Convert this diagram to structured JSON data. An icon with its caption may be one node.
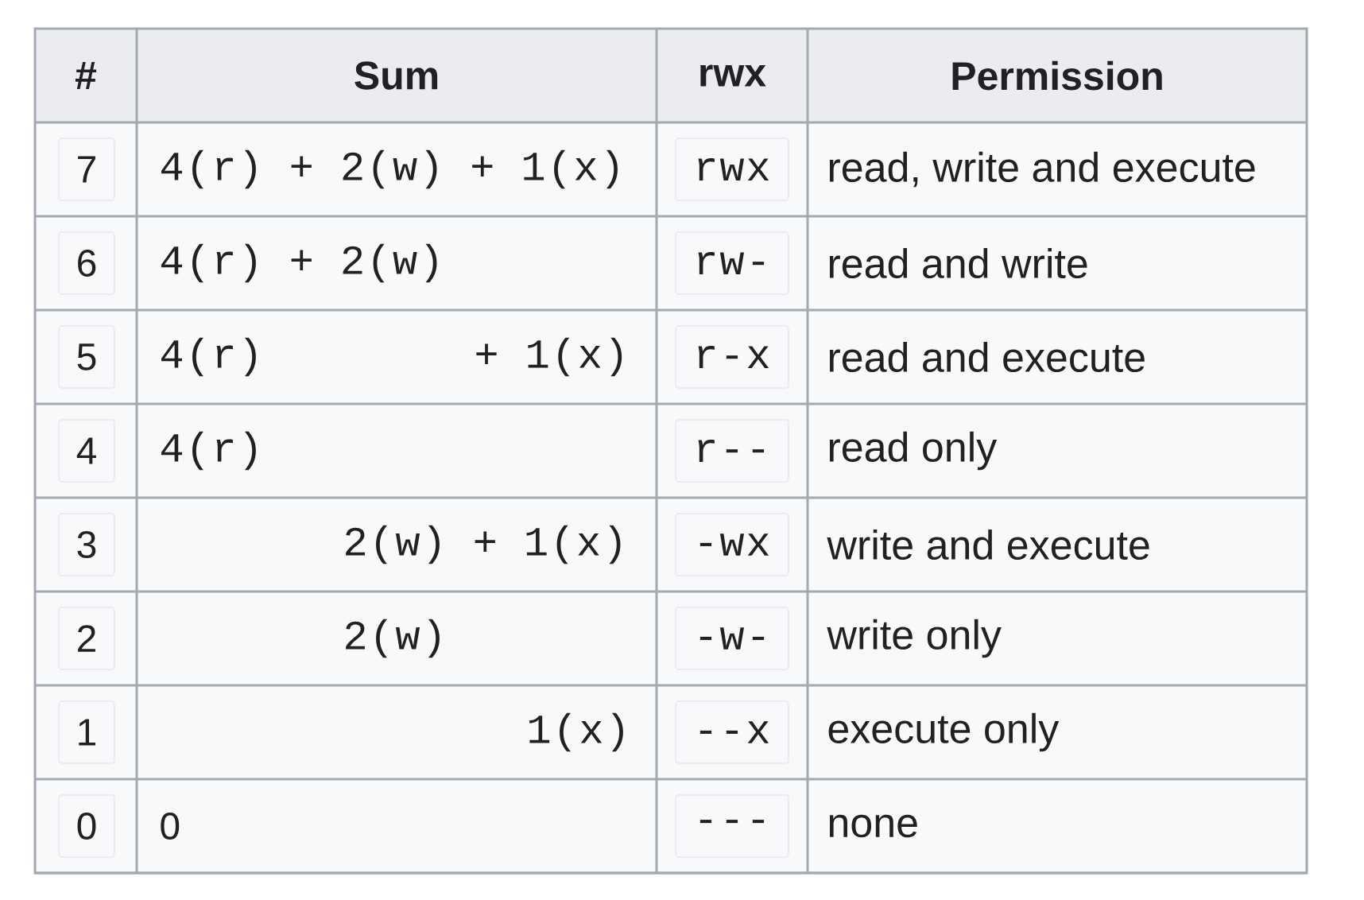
{
  "diagram": {
    "labels": [
      "#",
      "Sum",
      "rwx",
      "Permission",
      "7",
      "4(r) + 2(w) + 1(x)",
      "rwx",
      "read, write and execute",
      "6",
      "4(r) + 2(w)",
      "rw-",
      "read and write",
      "5",
      "4(r)",
      "+ 1(x)",
      "r-x",
      "read and execute",
      "4",
      "4(r)",
      "r--",
      "read only",
      "3",
      "2(w) + 1(x)",
      "-wx",
      "write and execute",
      "2",
      "2(w)",
      "-w-",
      "write only",
      "1",
      "1(x)",
      "--x",
      "execute only",
      "0",
      "0",
      "---",
      "none"
    ]
  }
}
